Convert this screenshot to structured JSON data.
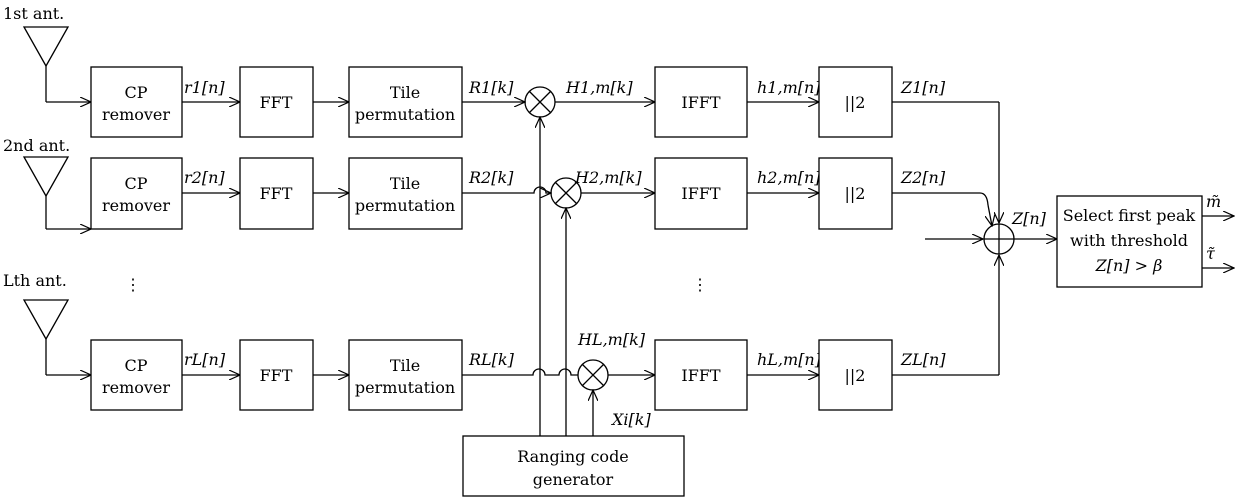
{
  "antennas": [
    {
      "label": "1st ant."
    },
    {
      "label": "2nd ant."
    },
    {
      "label": "Lth ant."
    }
  ],
  "branches": [
    {
      "cp_line1": "CP",
      "cp_line2": "remover",
      "r": "r1[n]",
      "fft": "FFT",
      "tile_line1": "Tile",
      "tile_line2": "permutation",
      "R": "R1[k]",
      "H": "H1,m[k]",
      "ifft": "IFFT",
      "h": "h1,m[n]",
      "sq": "||2",
      "Z": "Z1[n]"
    },
    {
      "cp_line1": "CP",
      "cp_line2": "remover",
      "r": "r2[n]",
      "fft": "FFT",
      "tile_line1": "Tile",
      "tile_line2": "permutation",
      "R": "R2[k]",
      "H": "H2,m[k]",
      "ifft": "IFFT",
      "h": "h2,m[n]",
      "sq": "||2",
      "Z": "Z2[n]"
    },
    {
      "cp_line1": "CP",
      "cp_line2": "remover",
      "r": "rL[n]",
      "fft": "FFT",
      "tile_line1": "Tile",
      "tile_line2": "permutation",
      "R": "RL[k]",
      "H": "HL,m[k]",
      "ifft": "IFFT",
      "h": "hL,m[n]",
      "sq": "||2",
      "Z": "ZL[n]"
    }
  ],
  "vdots": "⋮",
  "generator": {
    "line1": "Ranging code",
    "line2": "generator",
    "output": "Xi[k]"
  },
  "sum_output": "Z[n]",
  "selector": {
    "line1": "Select first peak",
    "line2": "with threshold",
    "line3": "Z[n] > β"
  },
  "outputs": {
    "m": "m̃",
    "tau": "τ̃"
  }
}
